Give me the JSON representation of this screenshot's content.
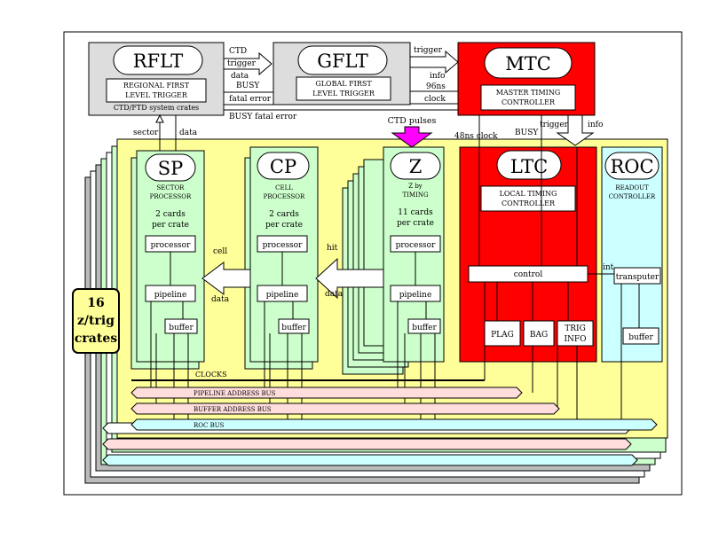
{
  "rflt": {
    "abbr": "RFLT",
    "line1": "REGIONAL FIRST",
    "line2": "LEVEL TRIGGER",
    "footer": "CTD/FTD system crates"
  },
  "gflt": {
    "abbr": "GFLT",
    "line1": "GLOBAL FIRST",
    "line2": "LEVEL TRIGGER"
  },
  "mtc": {
    "abbr": "MTC",
    "line1": "MASTER TIMING",
    "line2": "CONTROLLER"
  },
  "signals": {
    "ctd": "CTD",
    "trigger": "trigger",
    "data": "data",
    "busy": "BUSY",
    "fatal_error": "fatal error",
    "trigger2": "trigger",
    "info": "info",
    "ns96": "96ns",
    "clock": "clock",
    "busy_fatal": "BUSY fatal error",
    "ctd_pulses": "CTD pulses",
    "sector": "sector",
    "data_up": "data",
    "ns48": "48ns clock",
    "busy2": "BUSY",
    "trigger3": "trigger",
    "info2": "info"
  },
  "sp": {
    "abbr": "SP",
    "line1": "SECTOR",
    "line2": "PROCESSOR",
    "cards1": "2 cards",
    "cards2": "per crate",
    "processor": "processor",
    "pipeline": "pipeline",
    "buffer": "buffer"
  },
  "cp": {
    "abbr": "CP",
    "line1": "CELL",
    "line2": "PROCESSOR",
    "cards1": "2 cards",
    "cards2": "per crate",
    "processor": "processor",
    "pipeline": "pipeline",
    "buffer": "buffer"
  },
  "z": {
    "abbr": "Z",
    "line1": "Z by",
    "line2": "TIMING",
    "cards1": "11 cards",
    "cards2": "per crate",
    "processor": "processor",
    "pipeline": "pipeline",
    "buffer": "buffer"
  },
  "ltc": {
    "abbr": "LTC",
    "line1": "LOCAL TIMING",
    "line2": "CONTROLLER",
    "control": "control",
    "plag": "PLAG",
    "bag": "BAG",
    "trig1": "TRIG",
    "trig2": "INFO"
  },
  "roc": {
    "abbr": "ROC",
    "line1": "READOUT",
    "line2": "CONTROLLER",
    "transputer": "transputer",
    "buffer": "buffer",
    "int": "int"
  },
  "arrows": {
    "cell": "cell",
    "cell_data": "data",
    "hit": "hit",
    "hit_data": "data"
  },
  "crates": {
    "count": "16",
    "line2": "z/trig",
    "line3": "crates"
  },
  "buses": {
    "clocks": "CLOCKS",
    "pipeline": "PIPELINE ADDRESS BUS",
    "buffer": "BUFFER ADDRESS BUS",
    "roc": "ROC BUS"
  },
  "colors": {
    "yellow": "#ffff99",
    "green": "#ccffcc",
    "red": "#ff0000",
    "cyan": "#ccffff",
    "pink": "#ffdddd",
    "magenta": "#ff00ff",
    "gray": "#dddddd",
    "crategray": "#bbbbbb"
  }
}
